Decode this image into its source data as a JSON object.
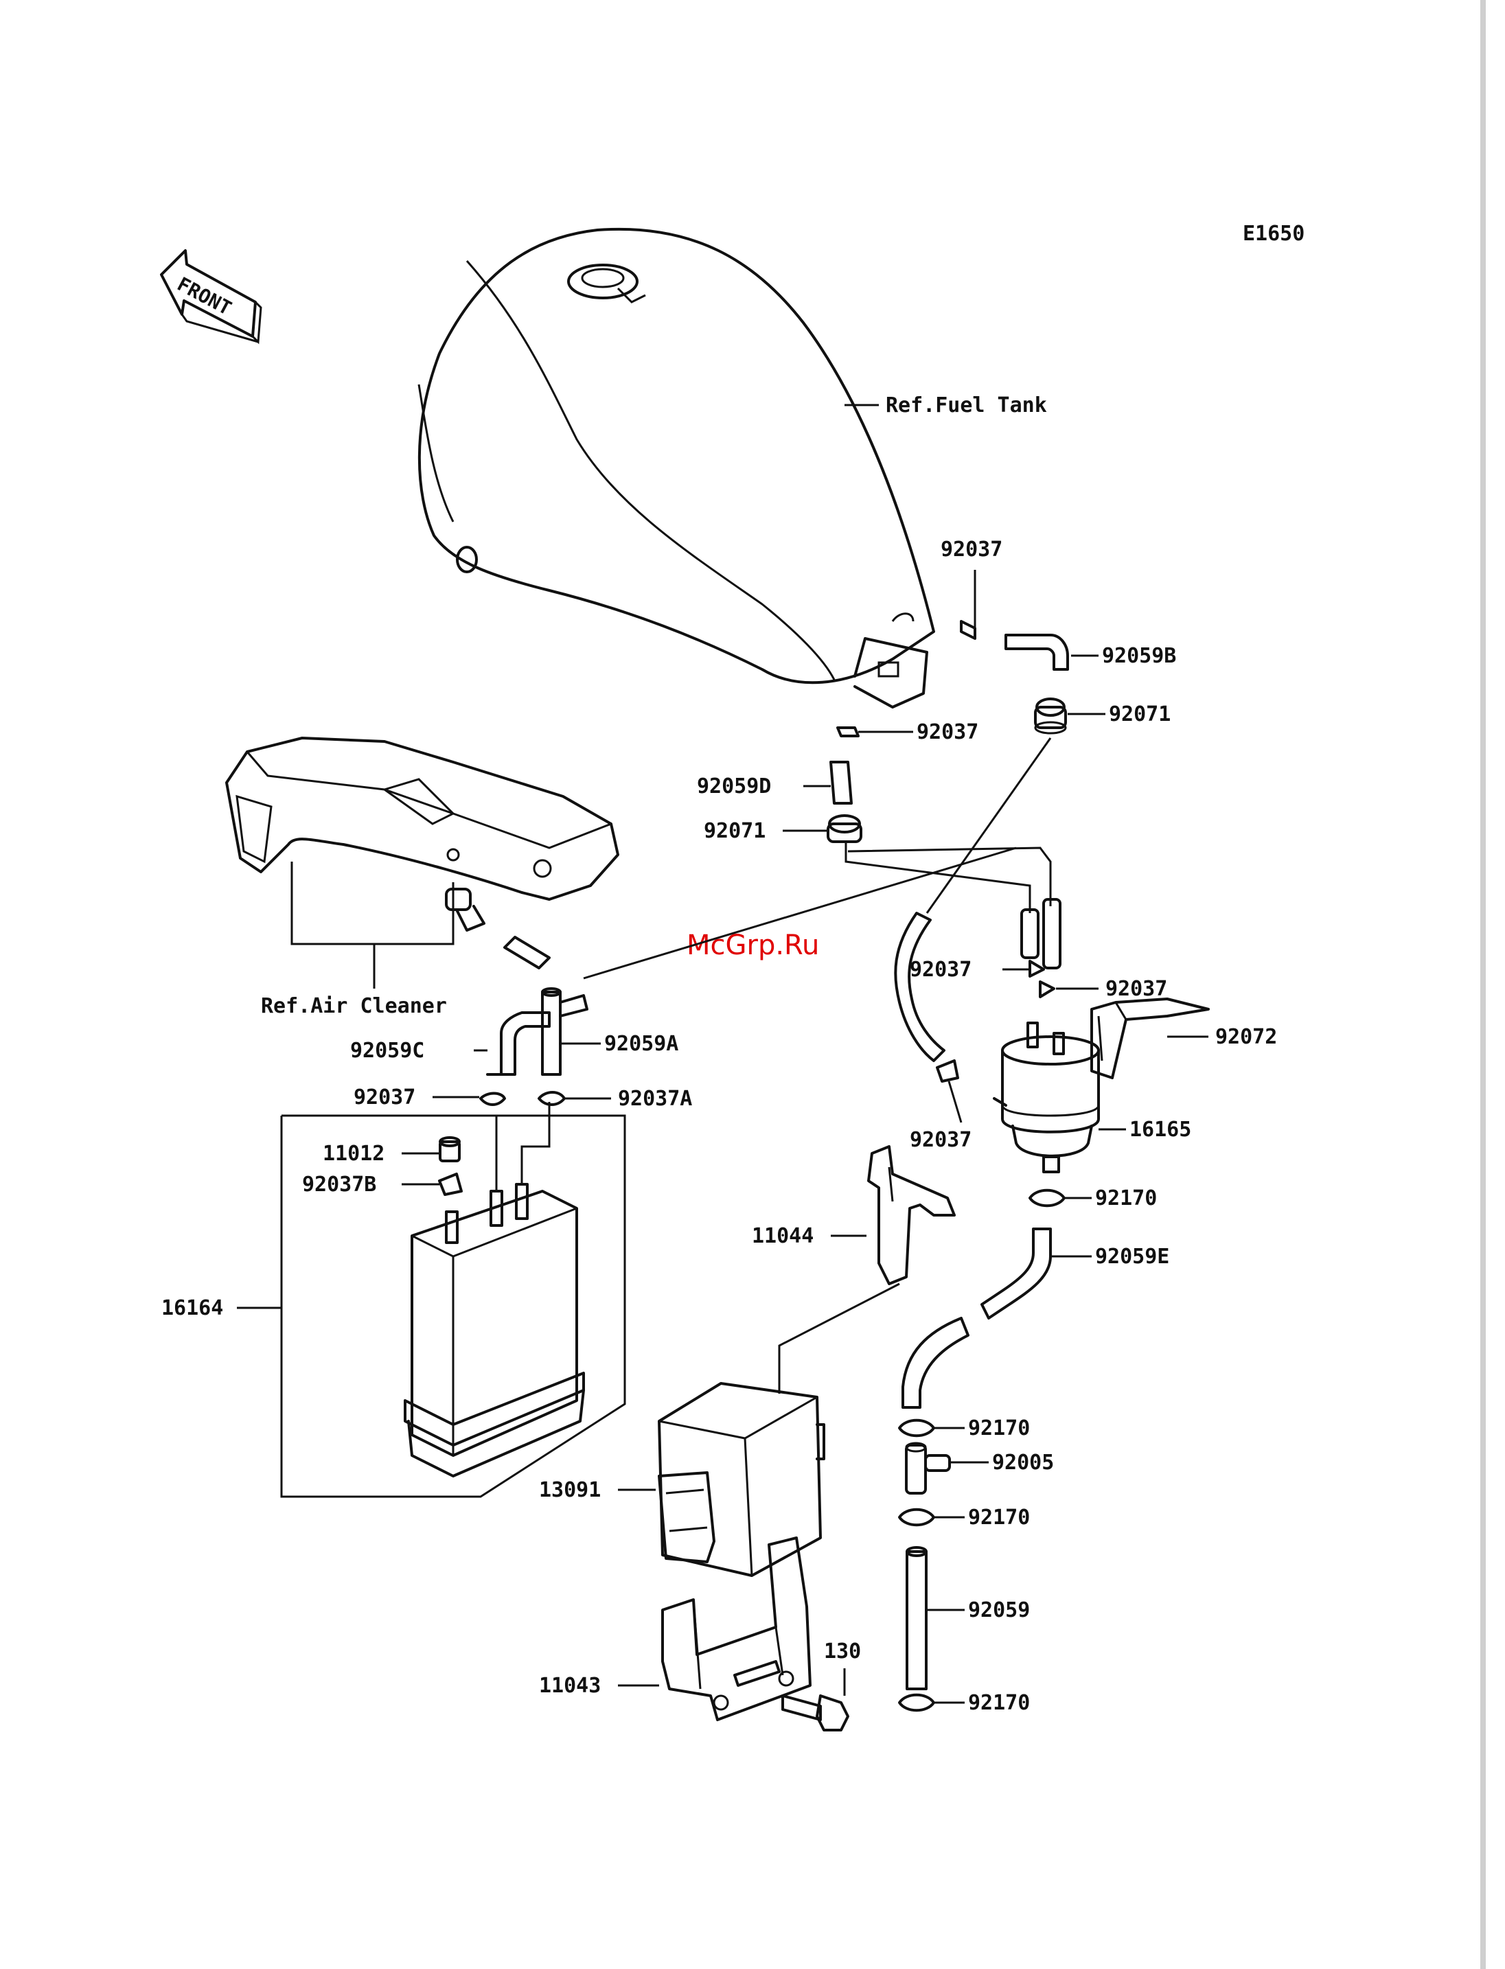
{
  "diagram_code": "E1650",
  "watermark": "McGrp.Ru",
  "front_label": "FRONT",
  "refs": {
    "fuel_tank": "Ref.Fuel Tank",
    "air_cleaner": "Ref.Air Cleaner"
  },
  "callouts": {
    "p92037_tank_right": "92037",
    "p92059B": "92059B",
    "p92071_right": "92071",
    "p92037_tank_left": "92037",
    "p92059D": "92059D",
    "p92071_left": "92071",
    "p92037_mid_left": "92037",
    "p92037_mid_right": "92037",
    "p92072": "92072",
    "p92059C": "92059C",
    "p92059A": "92059A",
    "p92037_canister": "92037",
    "p92037A": "92037A",
    "p92037_filter": "92037",
    "p16165": "16165",
    "p11012": "11012",
    "p92037B": "92037B",
    "p92170_top": "92170",
    "p11044": "11044",
    "p92059E": "92059E",
    "p16164": "16164",
    "p92170_mid": "92170",
    "p92005": "92005",
    "p13091": "13091",
    "p92170_low": "92170",
    "p92059": "92059",
    "p130": "130",
    "p11043": "11043",
    "p92170_bottom": "92170"
  }
}
